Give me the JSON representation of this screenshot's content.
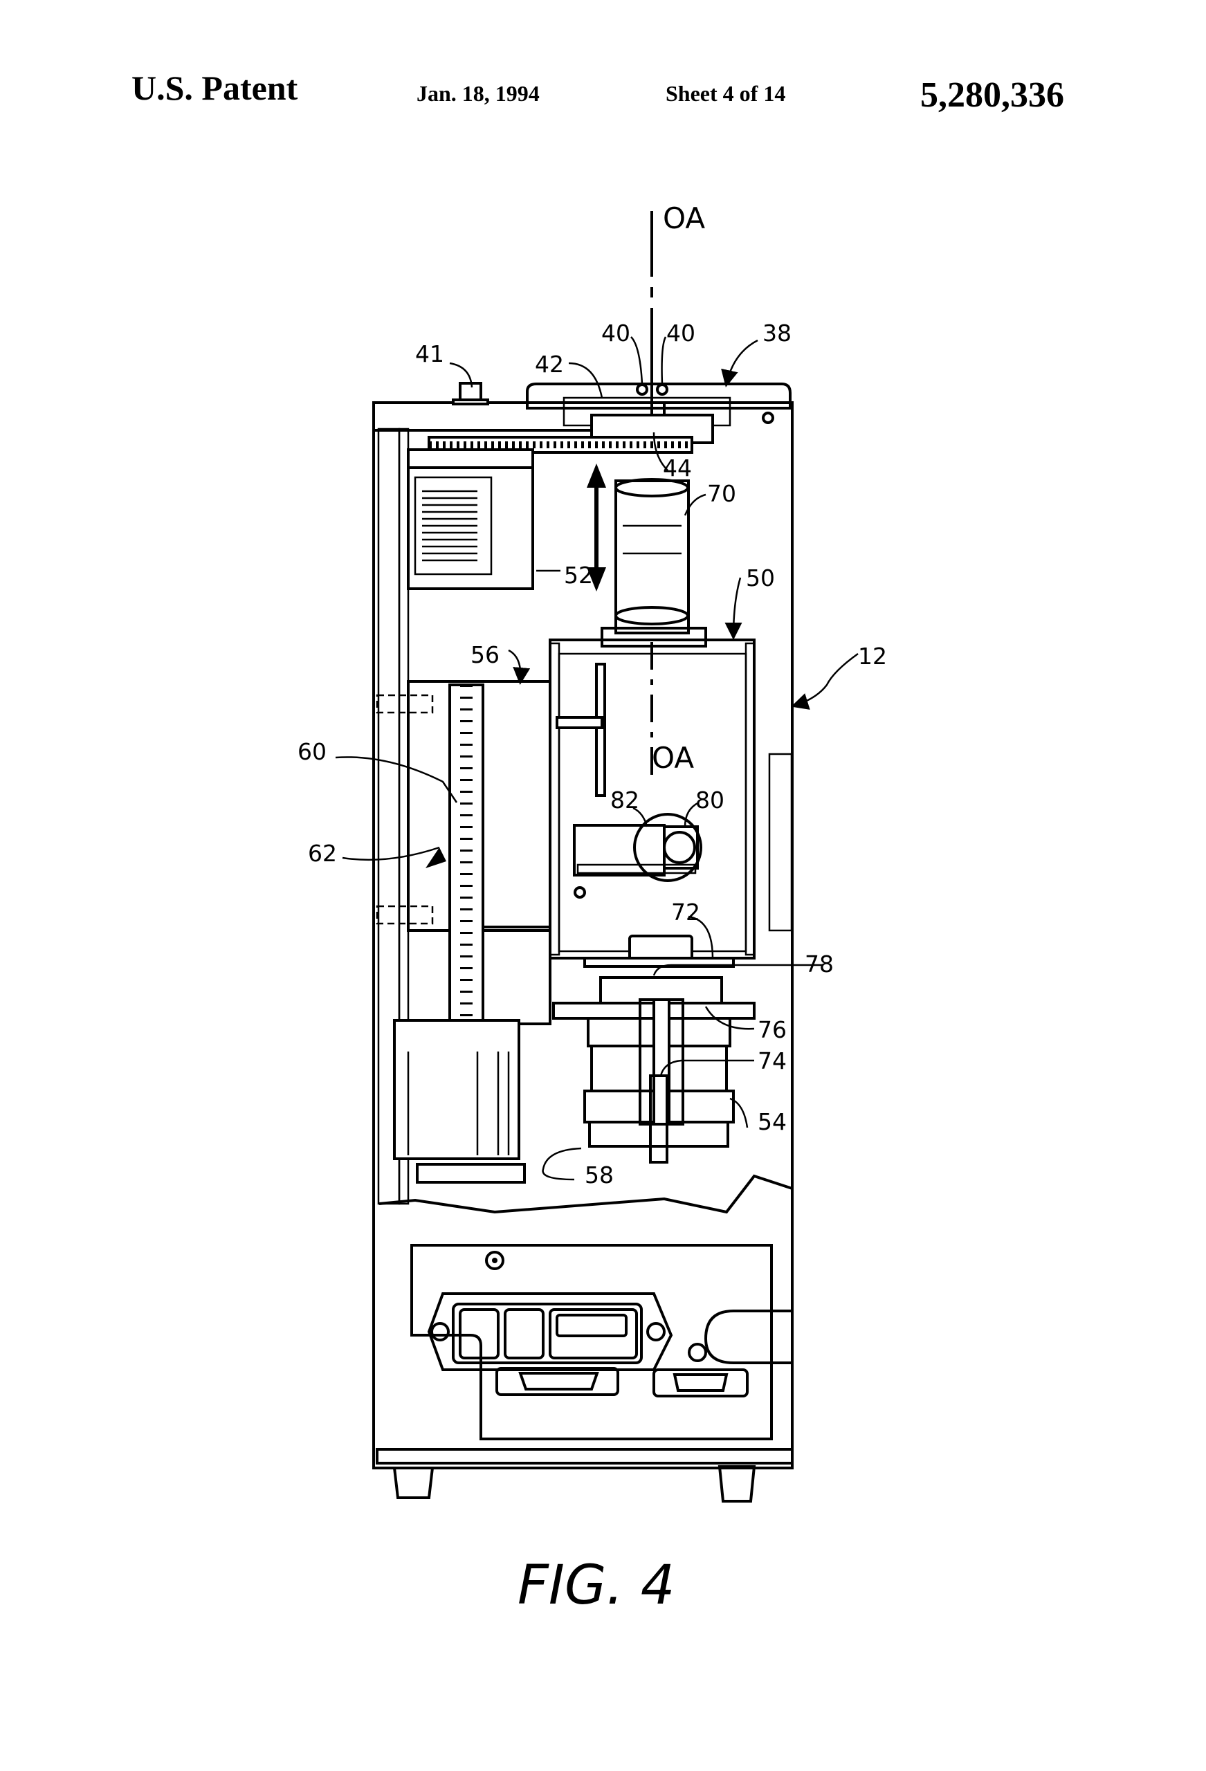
{
  "header": {
    "left": "U.S. Patent",
    "date": "Jan. 18, 1994",
    "sheet": "Sheet 4 of 14",
    "patent_number": "5,280,336"
  },
  "figure": {
    "caption": "FIG. 4",
    "axis_label_top": "OA",
    "axis_label_inner": "OA",
    "reference_numerals": {
      "r41": "41",
      "r42": "42",
      "r40a": "40",
      "r40b": "40",
      "r38": "38",
      "r44": "44",
      "r70": "70",
      "r52": "52",
      "r50": "50",
      "r56": "56",
      "r12": "12",
      "r60": "60",
      "r82": "82",
      "r80": "80",
      "r62": "62",
      "r72": "72",
      "r78": "78",
      "r76": "76",
      "r74": "74",
      "r54": "54",
      "r58": "58"
    }
  }
}
